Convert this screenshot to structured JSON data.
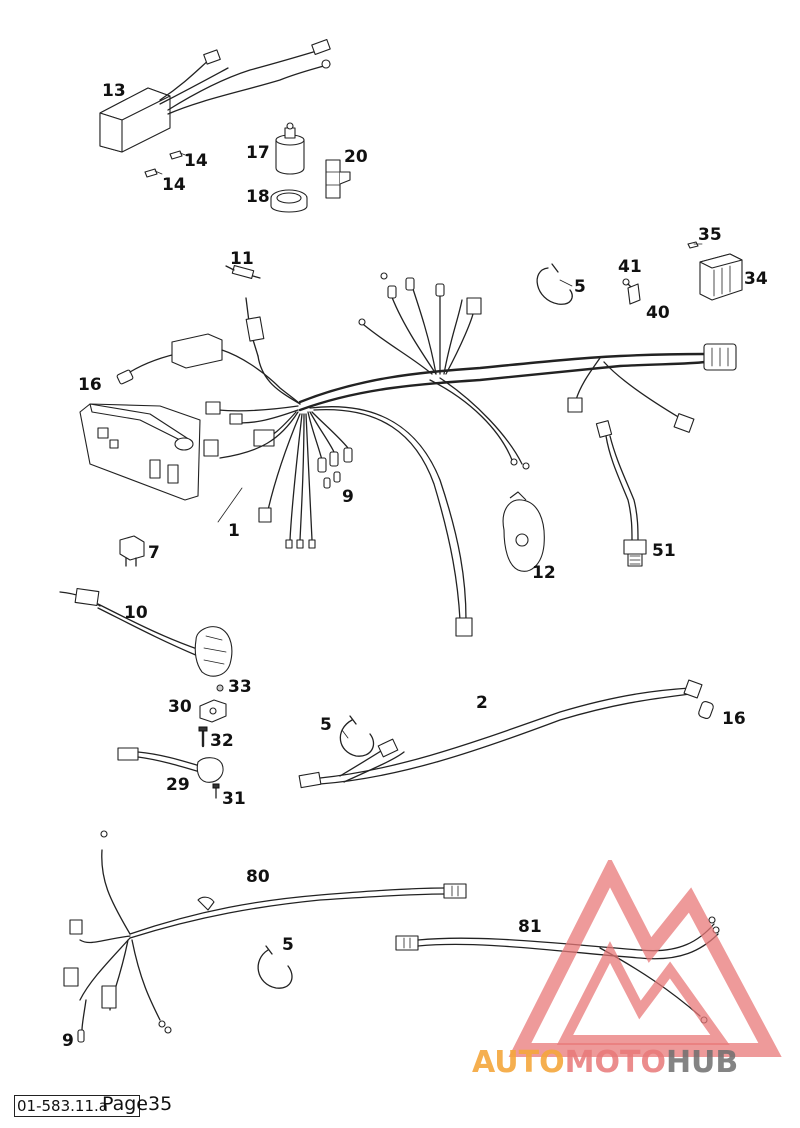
{
  "callouts": {
    "c13": "13",
    "c14a": "14",
    "c14b": "14",
    "c17": "17",
    "c18": "18",
    "c20": "20",
    "c35": "35",
    "c34": "34",
    "c41": "41",
    "c40": "40",
    "c11": "11",
    "c5a": "5",
    "c16a": "16",
    "c9a": "9",
    "c1": "1",
    "c12": "12",
    "c51": "51",
    "c7": "7",
    "c10": "10",
    "c33": "33",
    "c30": "30",
    "c32": "32",
    "c29": "29",
    "c31": "31",
    "c5b": "5",
    "c2": "2",
    "c16b": "16",
    "c80": "80",
    "c5c": "5",
    "c81": "81",
    "c9b": "9"
  },
  "footer": {
    "code": "01-583.11.a",
    "page": "Page35"
  },
  "watermark": {
    "part1": "AUTO",
    "part2": "MOTO",
    "part3": "HUB",
    "colors": {
      "orange": "#f4a63c",
      "red": "#e87878",
      "gray": "#6e6e6e"
    }
  }
}
